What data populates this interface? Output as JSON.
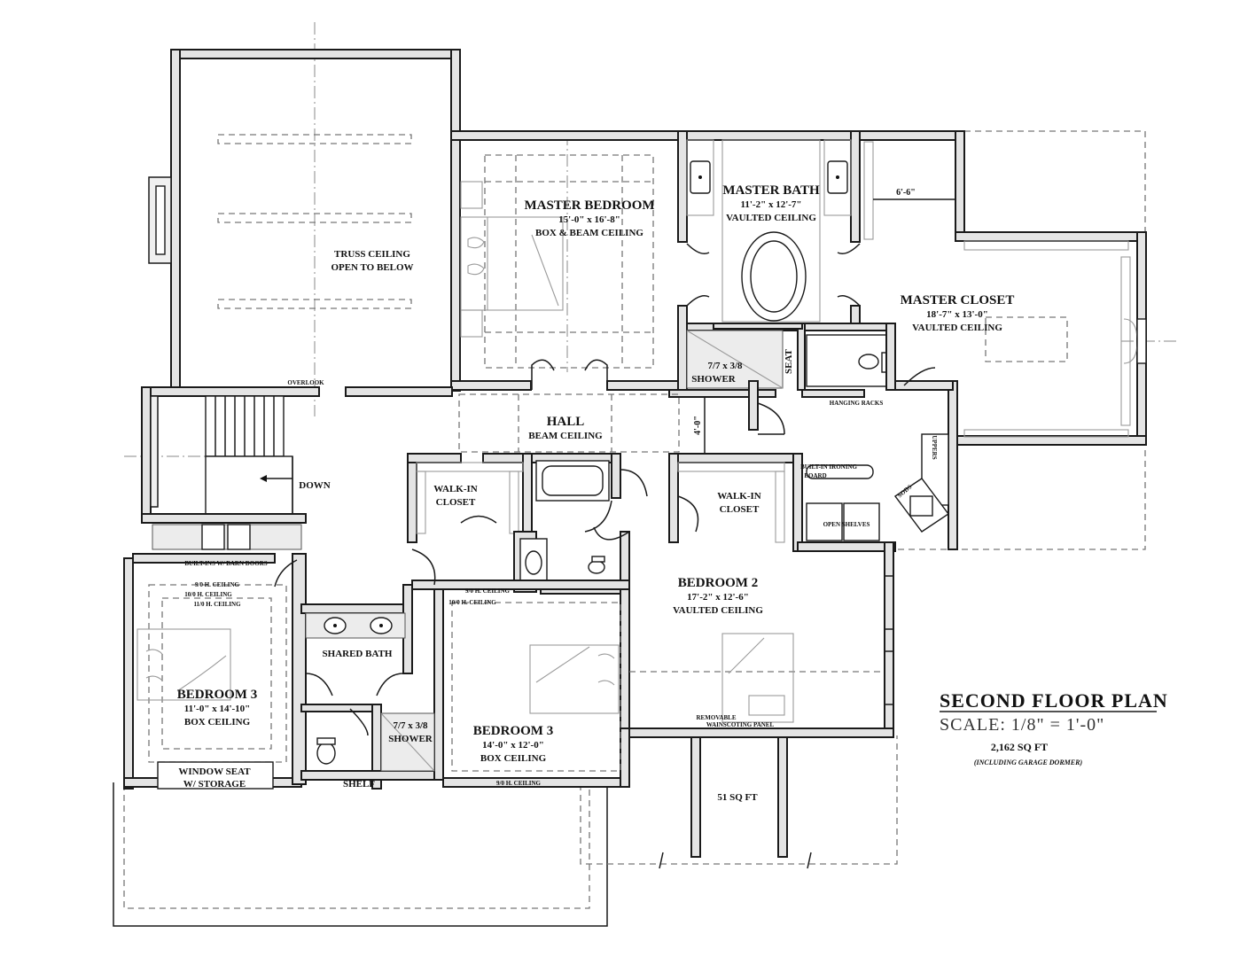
{
  "title": {
    "main": "SECOND FLOOR PLAN",
    "scale": "SCALE: 1/8\" = 1'-0\"",
    "area": "2,162 SQ FT",
    "area_note": "(INCLUDING GARAGE DORMER)"
  },
  "rooms": {
    "truss": {
      "line1": "TRUSS CEILING",
      "line2": "OPEN TO BELOW"
    },
    "master_bedroom": {
      "name": "MASTER BEDROOM",
      "size": "15'-0\" x 16'-8\"",
      "ceiling": "BOX & BEAM CEILING"
    },
    "master_bath": {
      "name": "MASTER BATH",
      "size": "11'-2\" x 12'-7\"",
      "ceiling": "VAULTED CEILING"
    },
    "master_closet": {
      "name": "MASTER CLOSET",
      "size": "18'-7\" x 13'-0\"",
      "ceiling": "VAULTED CEILING"
    },
    "hall": {
      "name": "HALL",
      "ceiling": "BEAM CEILING"
    },
    "walkin_1": {
      "line1": "WALK-IN",
      "line2": "CLOSET"
    },
    "walkin_2": {
      "line1": "WALK-IN",
      "line2": "CLOSET"
    },
    "bedroom2": {
      "name": "BEDROOM 2",
      "size": "17'-2\" x 12'-6\"",
      "ceiling": "VAULTED CEILING"
    },
    "bedroom3_left": {
      "name": "BEDROOM 3",
      "size": "11'-0\" x 14'-10\"",
      "ceiling": "BOX CEILING"
    },
    "bedroom3_center": {
      "name": "BEDROOM 3",
      "size": "14'-0\" x 12'-0\"",
      "ceiling": "BOX CEILING"
    },
    "shared_bath": {
      "name": "SHARED BATH"
    },
    "shower_master": {
      "line1": "7/7 x 3/8",
      "line2": "SHOWER"
    },
    "shower_shared": {
      "line1": "7/7 x 3/8",
      "line2": "SHOWER"
    },
    "window_seat": {
      "line1": "WINDOW SEAT",
      "line2": "W/ STORAGE"
    },
    "dormer": {
      "label": "51 SQ FT"
    }
  },
  "notes": {
    "seat": "SEAT",
    "shelf": "SHELF",
    "down": "DOWN",
    "overlook": "OVERLOOK",
    "hanging_racks": "HANGING RACKS",
    "builtin_ironing_1": "BUILT-IN IRONING",
    "builtin_ironing_2": "BOARD",
    "open_shelves": "OPEN SHELVES",
    "uppers": "UPPERS",
    "sods": "SODS",
    "builtins_barn": "BUILT-INS W/ BARN DOORS",
    "ceil_9_left": "9/0 H. CEILING",
    "ceil_10_left": "10/0 H. CEILING",
    "ceil_11_left": "11/0 H. CEILING",
    "ceil_9_center": "9/0 H. CEILING",
    "ceil_10_center": "10/0 H. CEILING",
    "ceil_9_bottom": "9/0 H. CEILING",
    "dim_closet": "6'-6\"",
    "dim_hall": "4'-0\"",
    "wainscot_1": "REMOVABLE",
    "wainscot_2": "WAINSCOTING PANEL"
  }
}
